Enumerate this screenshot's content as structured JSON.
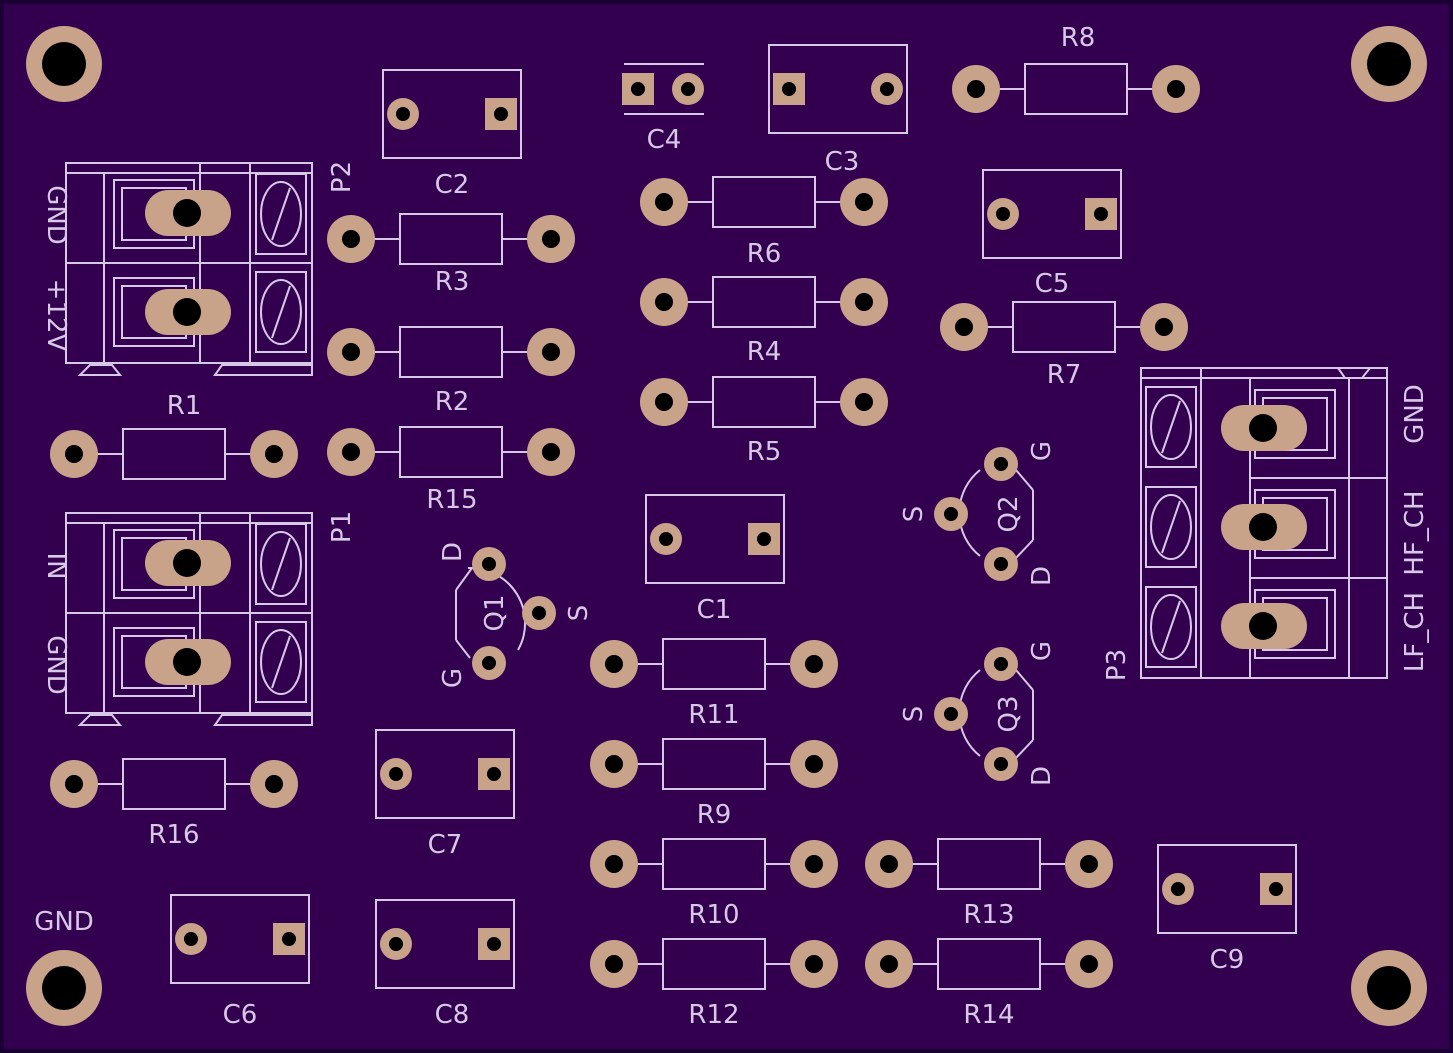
{
  "colors": {
    "board": "#32004f",
    "board_edge": "#1a0033",
    "silkscreen": "#d7c9e6",
    "copper_pad": "#c9a28a",
    "drill": "#000000"
  },
  "resistors": {
    "R1": "R1",
    "R2": "R2",
    "R3": "R3",
    "R4": "R4",
    "R5": "R5",
    "R6": "R6",
    "R7": "R7",
    "R8": "R8",
    "R9": "R9",
    "R10": "R10",
    "R11": "R11",
    "R12": "R12",
    "R13": "R13",
    "R14": "R14",
    "R15": "R15",
    "R16": "R16"
  },
  "capacitors": {
    "C1": "C1",
    "C2": "C2",
    "C3": "C3",
    "C4": "C4",
    "C5": "C5",
    "C6": "C6",
    "C7": "C7",
    "C8": "C8",
    "C9": "C9"
  },
  "transistors": {
    "Q1": "Q1",
    "Q2": "Q2",
    "Q3": "Q3",
    "pin_d": "D",
    "pin_g": "G",
    "pin_s": "S"
  },
  "connectors": {
    "P1": "P1",
    "P2": "P2",
    "P3": "P3"
  },
  "pin_labels": {
    "p2_gnd": "GND",
    "p2_12v": "+12V",
    "p1_in": "IN",
    "p1_gnd": "GND",
    "p3_gnd": "GND",
    "p3_hf": "HF_CH",
    "p3_lf": "LF_CH",
    "ground_hole": "GND"
  }
}
